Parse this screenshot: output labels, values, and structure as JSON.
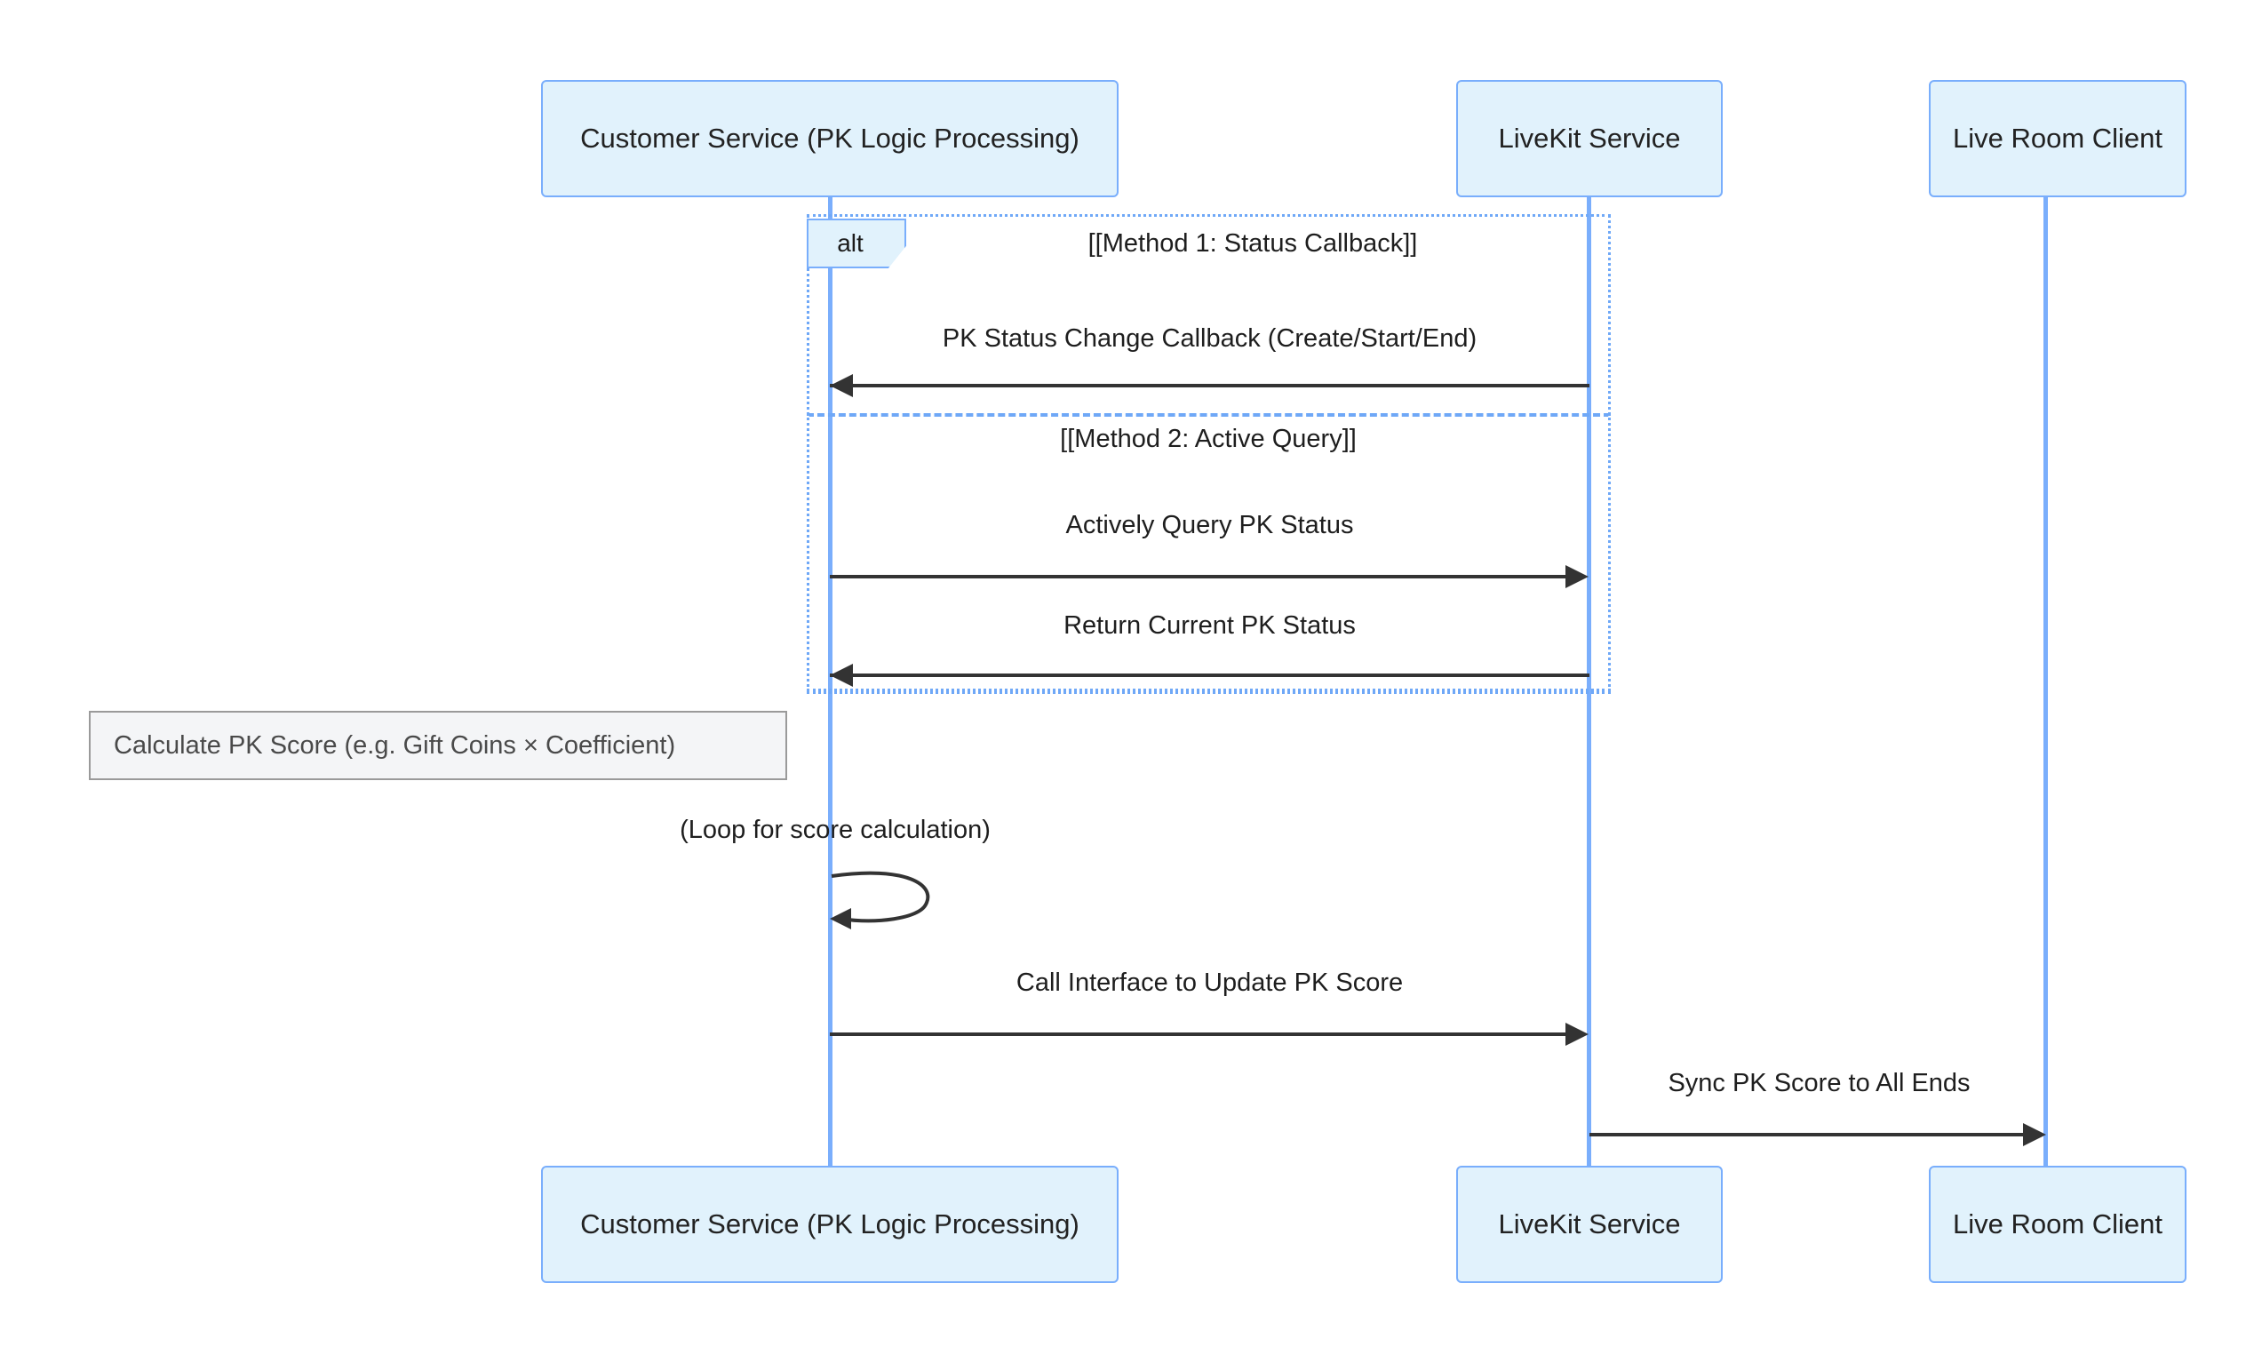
{
  "diagram": {
    "type": "sequence-diagram",
    "background_color": "#ffffff",
    "actor_fill": "#e1f2fc",
    "actor_stroke": "#79aefc",
    "lifeline_color": "#7aaefc",
    "message_color": "#333333",
    "fragment_color": "#6fa8f7",
    "note_fill": "#f4f5f7",
    "note_stroke": "#9a9a9a"
  },
  "participants": [
    {
      "id": "customer-service",
      "label": "Customer Service (PK Logic Processing)"
    },
    {
      "id": "livekit-service",
      "label": "LiveKit Service"
    },
    {
      "id": "live-room-client",
      "label": "Live Room Client"
    }
  ],
  "participants_bottom": [
    {
      "id": "customer-service",
      "label": "Customer Service (PK Logic Processing)"
    },
    {
      "id": "livekit-service",
      "label": "LiveKit Service"
    },
    {
      "id": "live-room-client",
      "label": "Live Room Client"
    }
  ],
  "fragment": {
    "operator": "alt",
    "sections": [
      {
        "title": "[[Method 1: Status Callback]]"
      },
      {
        "title": "[[Method 2: Active Query]]"
      }
    ]
  },
  "messages": [
    {
      "id": "pk-status-change-callback",
      "label": "PK Status Change Callback (Create/Start/End)",
      "from": "livekit-service",
      "to": "customer-service",
      "direction": "left",
      "style": "solid"
    },
    {
      "id": "actively-query-pk-status",
      "label": "Actively Query PK Status",
      "from": "customer-service",
      "to": "livekit-service",
      "direction": "right",
      "style": "solid"
    },
    {
      "id": "return-current-pk-status",
      "label": "Return Current PK Status",
      "from": "livekit-service",
      "to": "customer-service",
      "direction": "left",
      "style": "solid"
    },
    {
      "id": "loop-for-score-calculation",
      "label": "(Loop for score calculation)",
      "from": "customer-service",
      "to": "customer-service",
      "direction": "self",
      "style": "solid"
    },
    {
      "id": "call-interface-update-pk-score",
      "label": "Call Interface to Update PK Score",
      "from": "customer-service",
      "to": "livekit-service",
      "direction": "right",
      "style": "solid"
    },
    {
      "id": "sync-pk-score-all-ends",
      "label": "Sync PK Score to All Ends",
      "from": "livekit-service",
      "to": "live-room-client",
      "direction": "right",
      "style": "solid"
    }
  ],
  "notes": [
    {
      "id": "calculate-pk-score",
      "text": "Calculate PK Score (e.g. Gift Coins × Coefficient)",
      "over": "customer-service"
    }
  ]
}
